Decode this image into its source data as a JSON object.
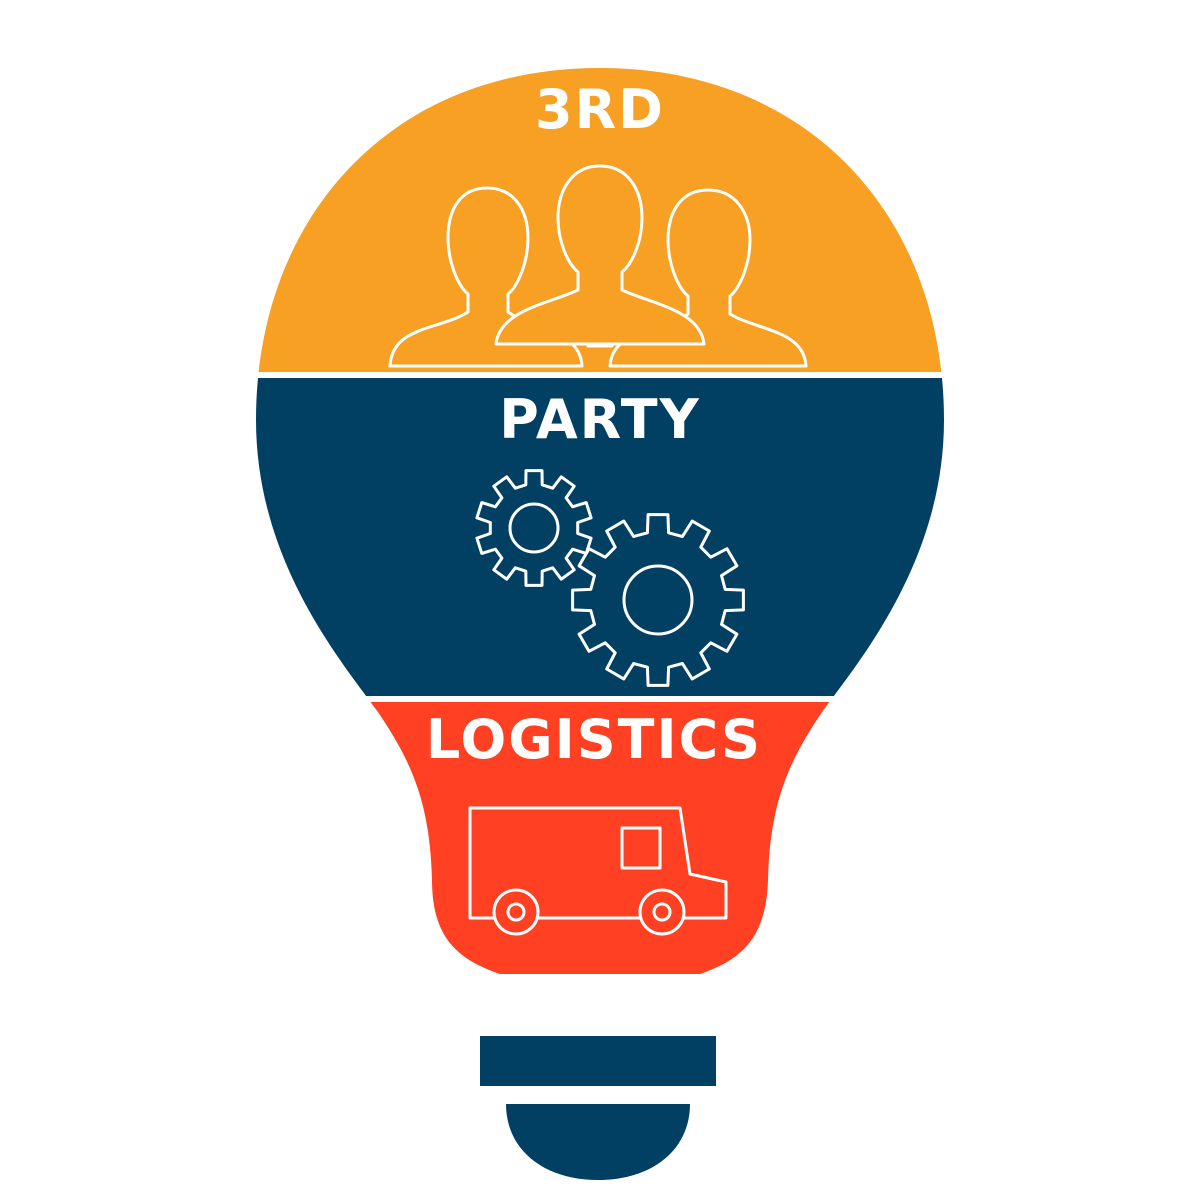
{
  "sections": [
    {
      "id": "top",
      "label": "3RD",
      "color": "#F7A023",
      "icon": "people-group-icon"
    },
    {
      "id": "middle",
      "label": "PARTY",
      "color": "#024063",
      "icon": "gears-icon"
    },
    {
      "id": "bottom",
      "label": "LOGISTICS",
      "color": "#FF4022",
      "icon": "delivery-truck-icon"
    }
  ],
  "base": {
    "color": "#024063",
    "icon": "bulb-base-icon"
  },
  "background": "#FFFFFF"
}
